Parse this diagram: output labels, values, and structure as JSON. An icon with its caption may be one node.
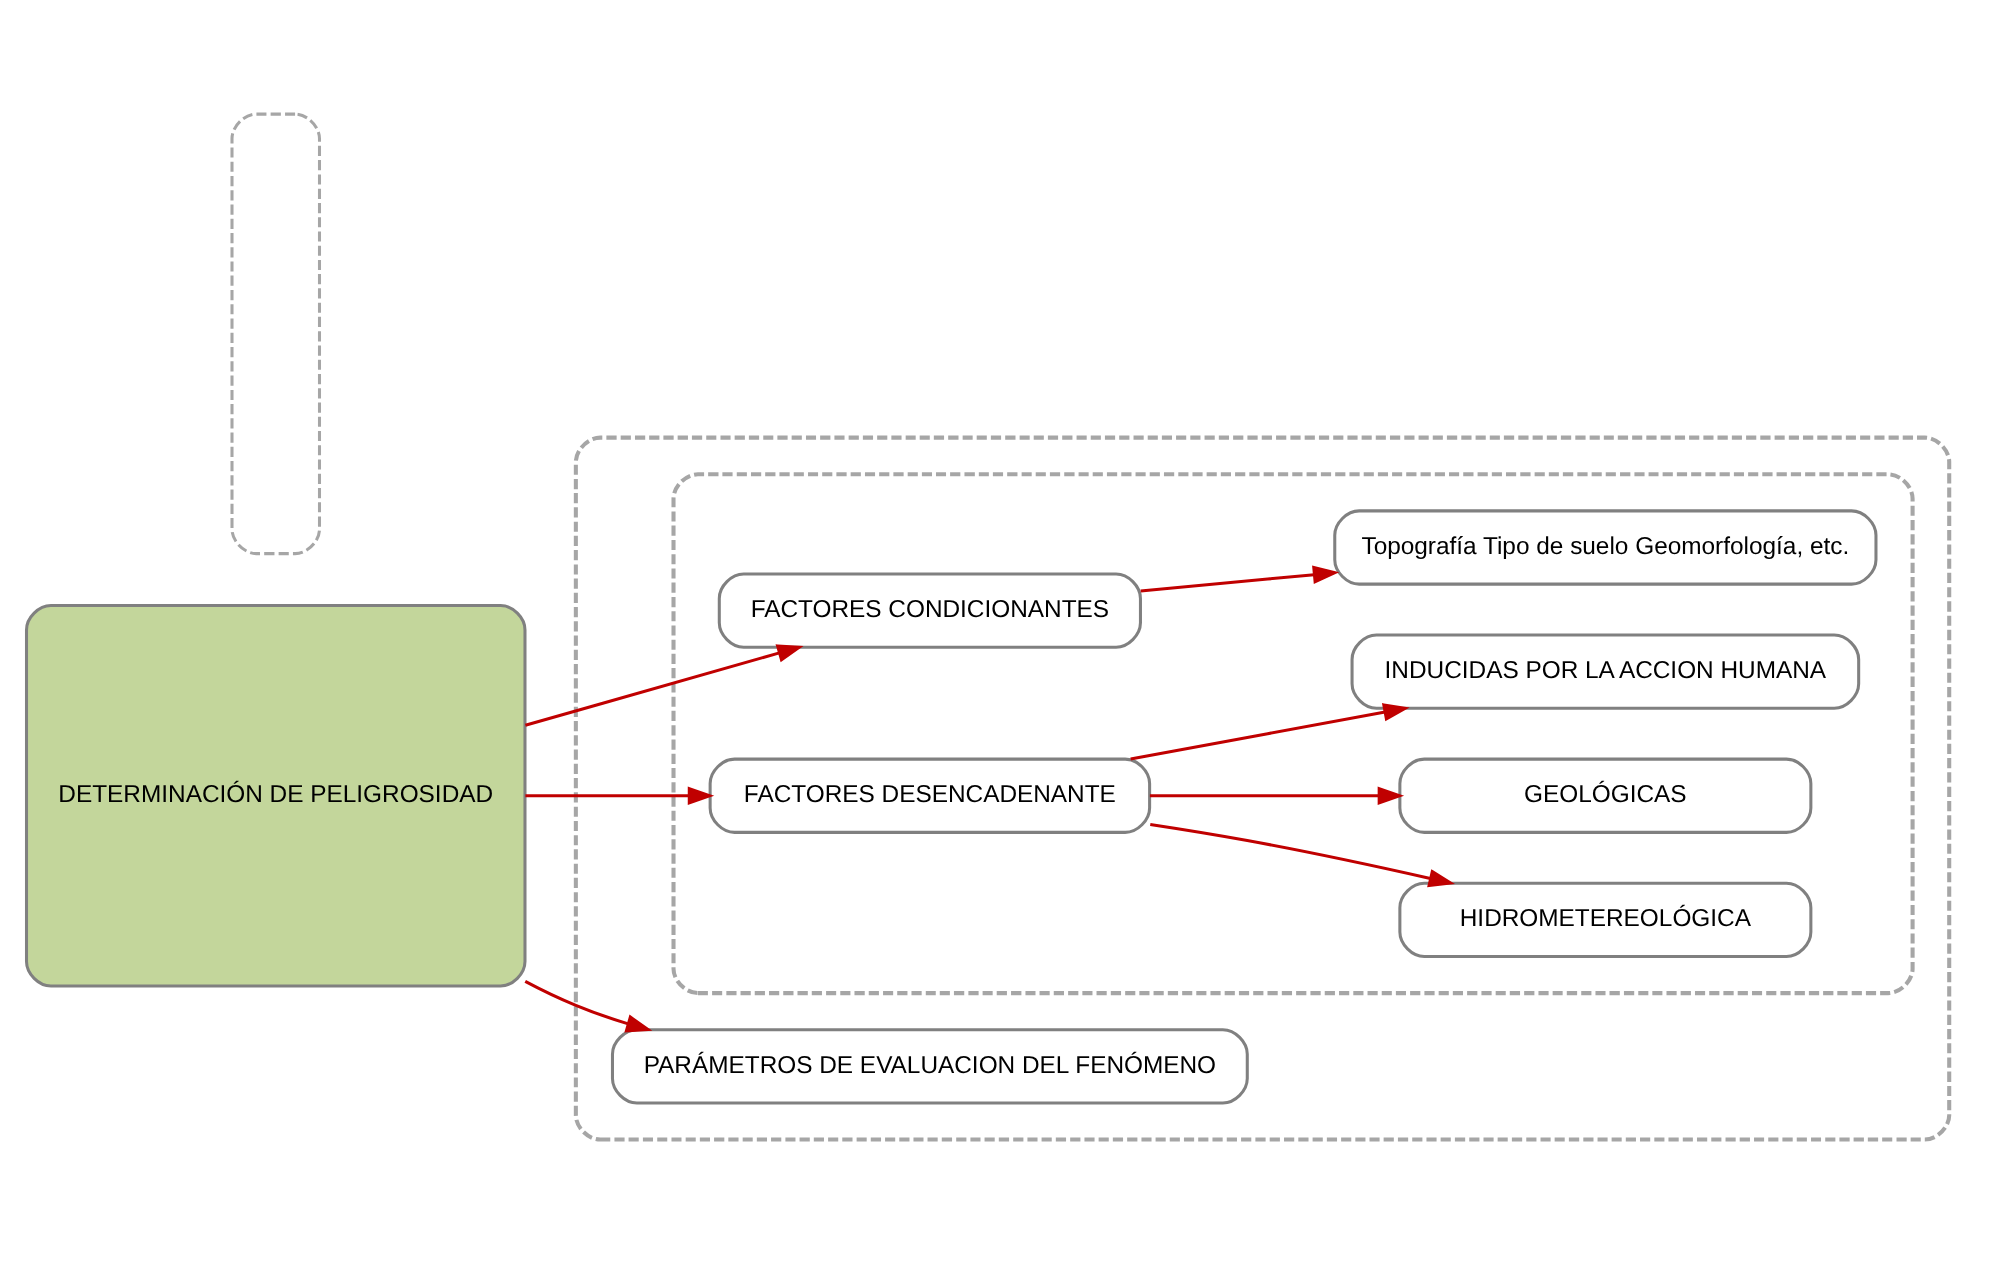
{
  "diagram": {
    "nodes": [
      {
        "text": [
          "DETERMINACIÓN DE PELIGROSIDAD"
        ]
      },
      {
        "text": [],
        "shape": "box"
      },
      {
        "text": [
          "PARÁMETROS DE EVALUACION DEL FENÓMENO"
        ],
        "in": 1
      },
      {
        "text": [],
        "shape": "box",
        "in": 1
      },
      {
        "text": [
          "FACTORES CONDICIONANTES"
        ],
        "in": 3
      },
      {
        "text": [
          "Topografía Tipo de suelo Geomorfología, etc."
        ],
        "in": 3
      },
      {
        "text": [
          "FACTORES DESENCADENANTE"
        ],
        "in": 3
      },
      {
        "text": [
          "HIDROMETEREOLÓGICA"
        ],
        "in": 3
      },
      {
        "text": [
          "GEOLÓGICAS"
        ],
        "in": 3
      },
      {
        "text": [
          "INDUCIDAS POR LA ACCION HUMANA"
        ],
        "in": 3
      },
      {
        "text": [],
        "shape": "box"
      }
    ],
    "edges": [
      {
        "from": 0,
        "to": 2,
        "arrow": "to",
        "color": "#c00000"
      },
      {
        "from": 0,
        "to": 4,
        "arrow": "to",
        "color": "#c00000"
      },
      {
        "from": 0,
        "to": 6,
        "arrow": "to",
        "color": "#c00000"
      },
      {
        "from": 4,
        "to": 5,
        "arrow": "to",
        "color": "#c00000"
      },
      {
        "from": 6,
        "to": 7,
        "arrow": "to",
        "color": "#c00000"
      },
      {
        "from": 6,
        "to": 8,
        "arrow": "to",
        "color": "#c00000"
      },
      {
        "from": 6,
        "to": 9,
        "arrow": "to",
        "color": "#c00000"
      }
    ]
  }
}
